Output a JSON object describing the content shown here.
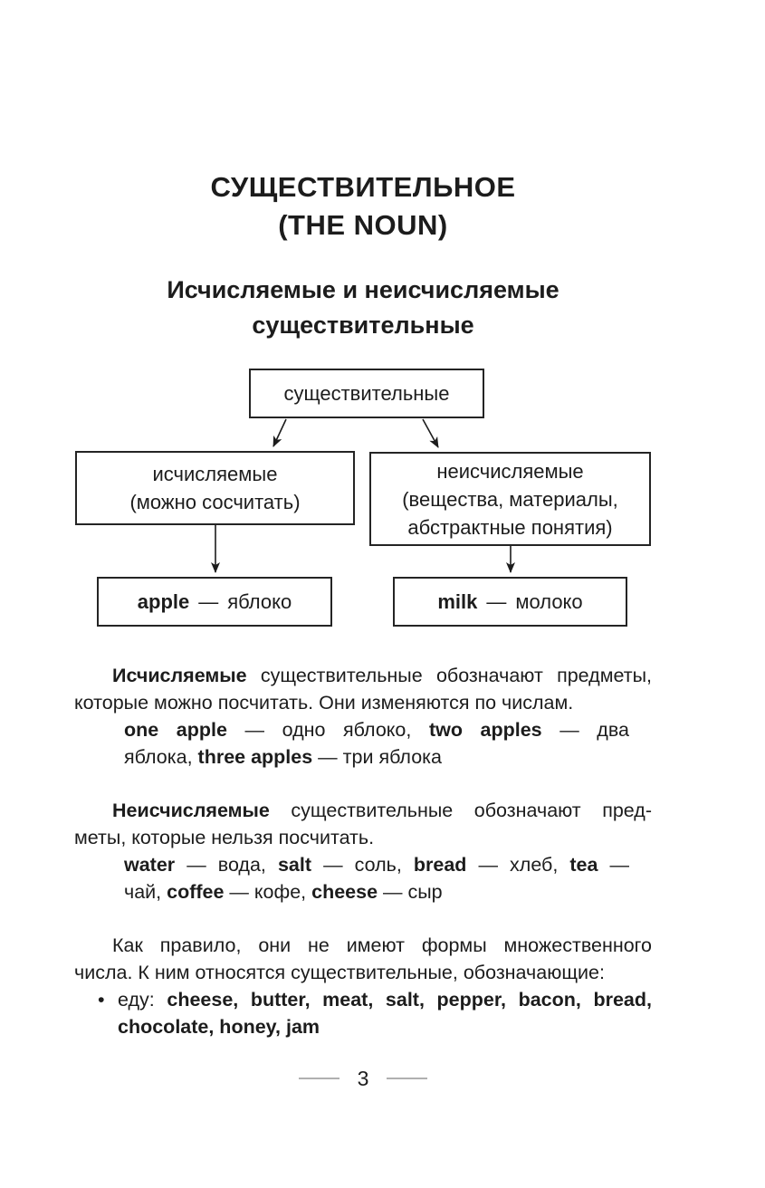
{
  "page": {
    "title_lines": [
      "СУЩЕСТВИТЕЛЬНОЕ",
      "(THE NOUN)"
    ],
    "subtitle_lines": [
      "Исчисляемые и неисчисляемые",
      "существительные"
    ],
    "page_number": "3"
  },
  "diagram": {
    "root": {
      "label": "существительные"
    },
    "countable": {
      "lines": [
        "исчисляемые",
        "(можно сосчитать)"
      ]
    },
    "uncountable": {
      "lines": [
        "неисчисляемые",
        "(вещества, материалы,",
        "абстрактные понятия)"
      ]
    },
    "countable_example": {
      "word": "apple",
      "dash": "—",
      "translation": "яблоко"
    },
    "uncountable_example": {
      "word": "milk",
      "dash": "—",
      "translation": "молоко"
    }
  },
  "content": {
    "para_countable": [
      [
        {
          "t": "Исчисляемые",
          "b": true
        },
        {
          "t": " существительные обозначают предметы,"
        }
      ],
      [
        {
          "t": "которые можно посчитать. Они изменяются по числам."
        }
      ]
    ],
    "example_countable": [
      [
        {
          "t": "one apple",
          "b": true
        },
        {
          "t": " — одно яблоко, "
        },
        {
          "t": "two apples",
          "b": true
        },
        {
          "t": " — два"
        }
      ],
      [
        {
          "t": "яблока, "
        },
        {
          "t": "three apples",
          "b": true
        },
        {
          "t": " — три яблока"
        }
      ]
    ],
    "para_uncountable": [
      [
        {
          "t": "Неисчисляемые",
          "b": true
        },
        {
          "t": " существительные обозначают пред-"
        }
      ],
      [
        {
          "t": "меты, которые нельзя посчитать."
        }
      ]
    ],
    "example_uncountable": [
      [
        {
          "t": "water",
          "b": true
        },
        {
          "t": " — вода, "
        },
        {
          "t": "salt",
          "b": true
        },
        {
          "t": " — соль, "
        },
        {
          "t": "bread",
          "b": true
        },
        {
          "t": " — хлеб, "
        },
        {
          "t": "tea",
          "b": true
        },
        {
          "t": " —"
        }
      ],
      [
        {
          "t": "чай, "
        },
        {
          "t": "coffee",
          "b": true
        },
        {
          "t": " — кофе, "
        },
        {
          "t": "cheese",
          "b": true
        },
        {
          "t": " — сыр"
        }
      ]
    ],
    "para_plural_note": [
      [
        {
          "t": "Как правило, они не имеют формы множественного"
        }
      ],
      [
        {
          "t": "числа. К ним относятся существительные, обозначающие:"
        }
      ]
    ],
    "bullet_food": {
      "marker": "•",
      "lines": [
        [
          {
            "t": "еду: "
          },
          {
            "t": "cheese, butter, meat, salt, pepper, bacon, bread,",
            "b": true
          }
        ],
        [
          {
            "t": "chocolate, honey, jam",
            "b": true
          }
        ]
      ]
    }
  }
}
